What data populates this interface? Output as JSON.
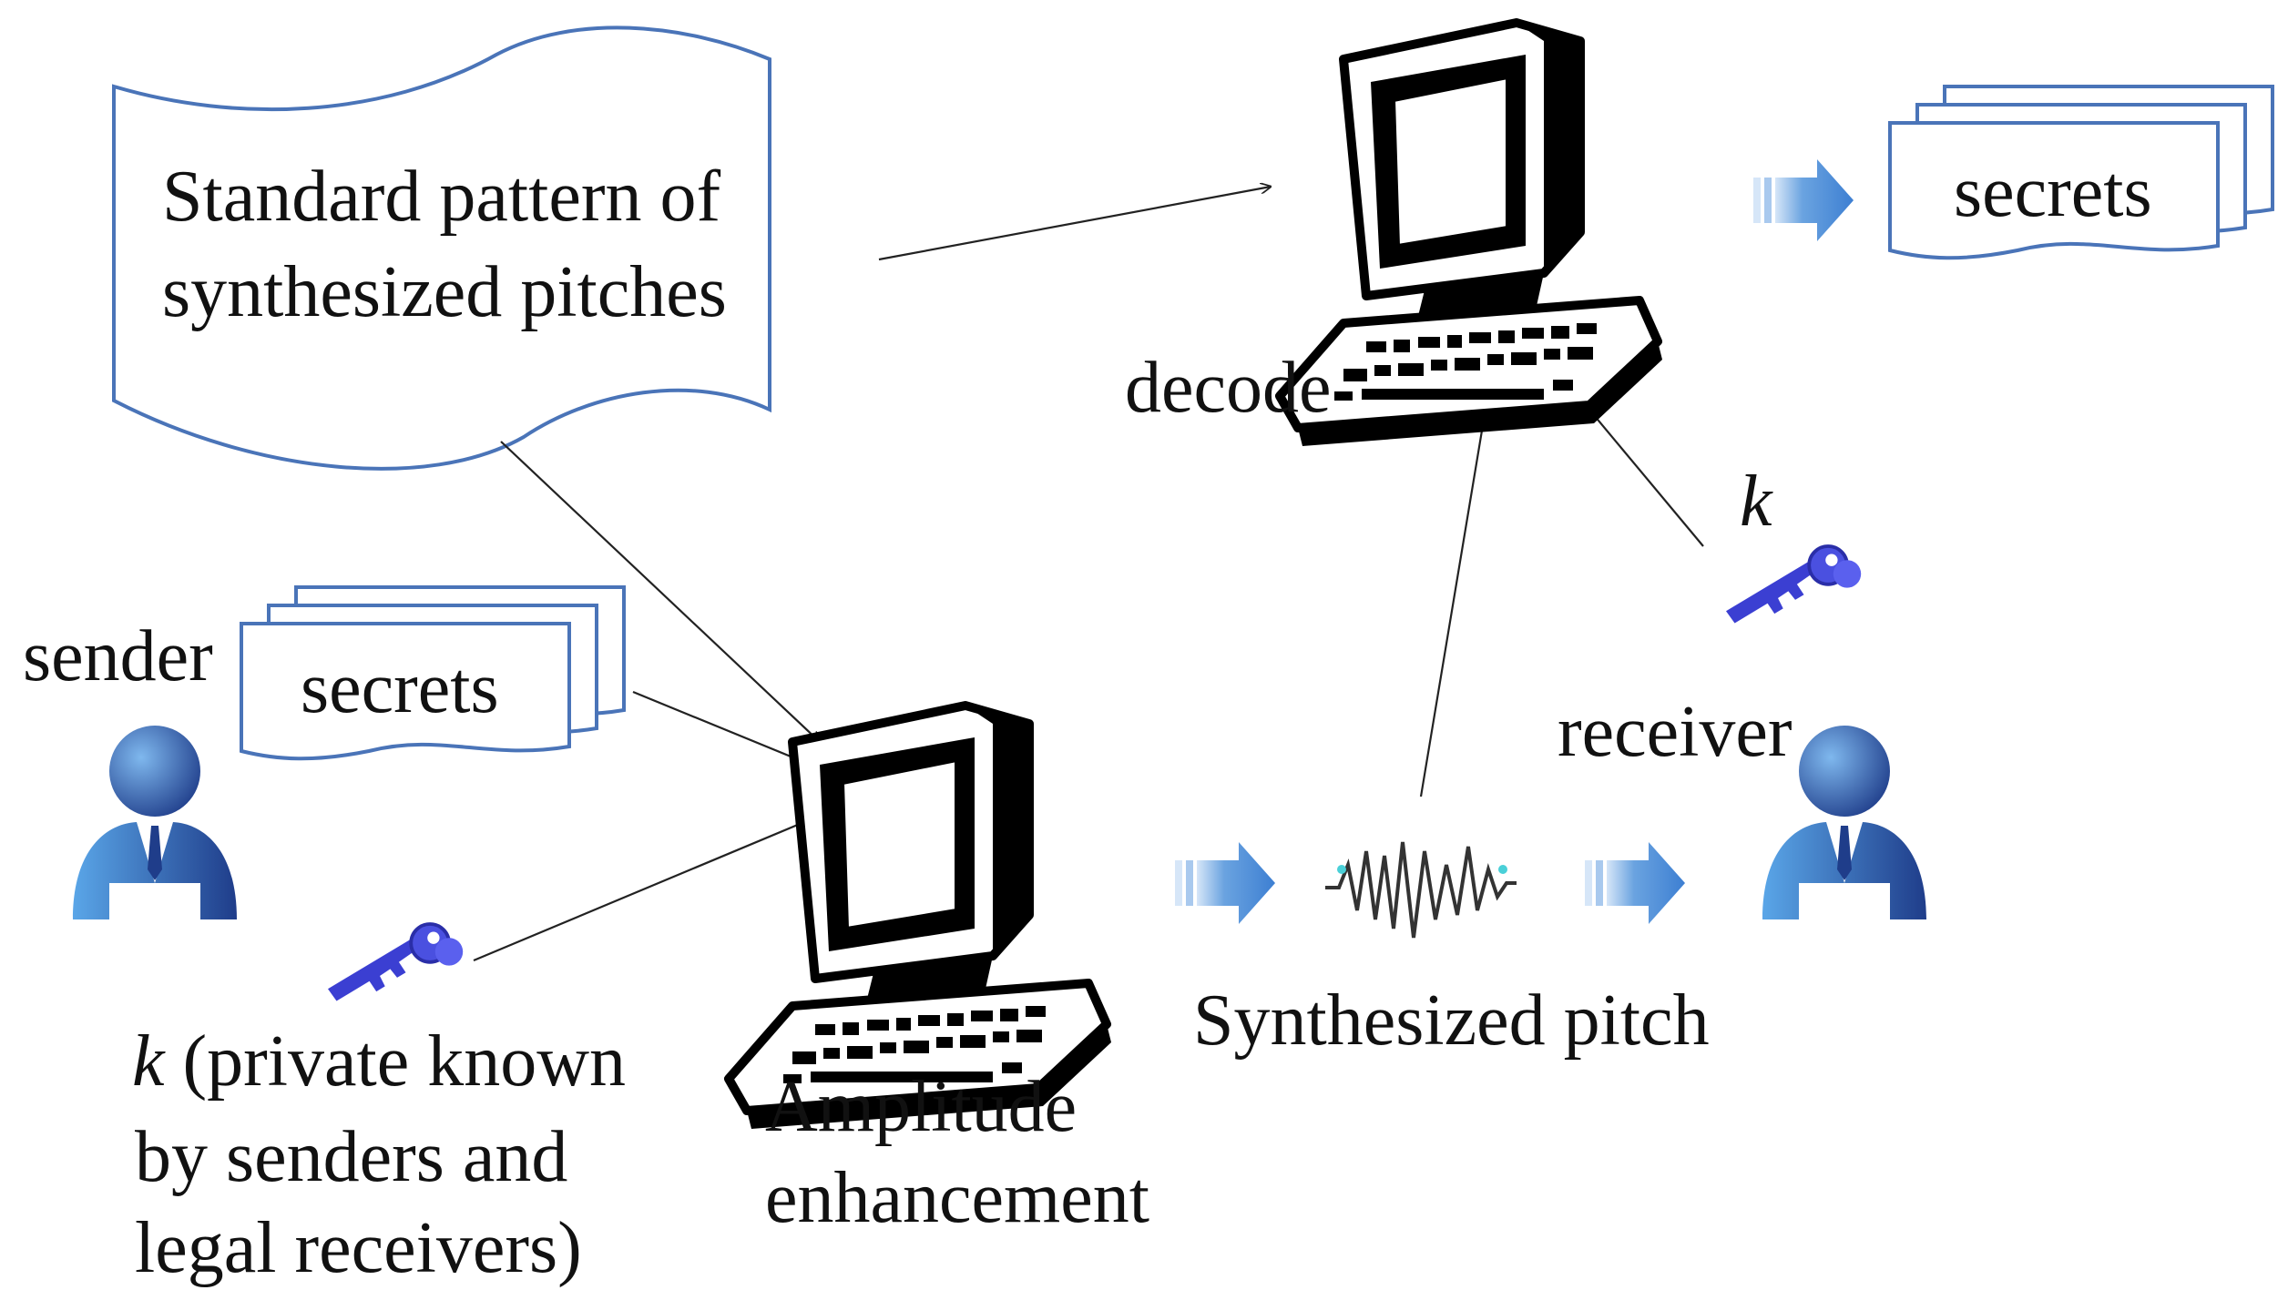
{
  "store": {
    "line1": "Standard pattern of",
    "line2": "synthesized  pitches"
  },
  "decode_label": "decode",
  "secrets_top_label": "secrets",
  "secrets_sender_label": "secrets",
  "sender_label": "sender",
  "receiver_label": "receiver",
  "key_receiver_label": "k",
  "key_sender": {
    "k": "k",
    "line1_rest": " (private known",
    "line2": "by senders and",
    "line3": "legal receivers)"
  },
  "encoder": {
    "line1": "Amplitude",
    "line2": "enhancement"
  },
  "signal_label": "Synthesized pitch",
  "colors": {
    "person_dark": "#1f3d8a",
    "person_light": "#4a8fd8",
    "flow_arrow": "#4a8ad6",
    "document_stroke": "#4a74b8",
    "key": "#3a3fd0",
    "computer": "#000000",
    "connector": "#222222"
  },
  "icons": [
    "document-scroll-icon",
    "document-stack-icon",
    "computer-icon",
    "person-icon",
    "key-icon",
    "waveform-icon",
    "block-arrow-icon"
  ]
}
